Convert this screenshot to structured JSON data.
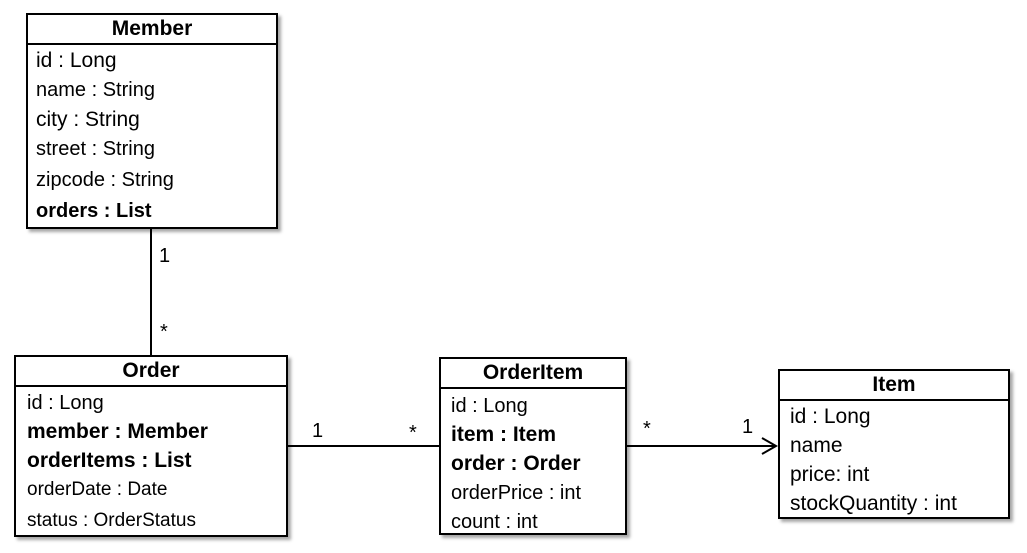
{
  "member": {
    "title": "Member",
    "attributes": [
      {
        "text": "id : Long",
        "bold": false
      },
      {
        "text": "name : String",
        "bold": false
      },
      {
        "text": "city : String",
        "bold": false
      },
      {
        "text": "street : String",
        "bold": false
      },
      {
        "text": "zipcode : String",
        "bold": false
      },
      {
        "text": "orders : List",
        "bold": true
      }
    ]
  },
  "order": {
    "title": "Order",
    "attributes": [
      {
        "text": "id : Long",
        "bold": false
      },
      {
        "text": "member : Member",
        "bold": true
      },
      {
        "text": "orderItems : List",
        "bold": true
      },
      {
        "text": "orderDate : Date",
        "bold": false
      },
      {
        "text": "status : OrderStatus",
        "bold": false
      }
    ]
  },
  "orderitem": {
    "title": "OrderItem",
    "attributes": [
      {
        "text": "id : Long",
        "bold": false
      },
      {
        "text": "item : Item",
        "bold": true
      },
      {
        "text": "order : Order",
        "bold": true
      },
      {
        "text": "orderPrice : int",
        "bold": false
      },
      {
        "text": "count : int",
        "bold": false
      }
    ]
  },
  "item": {
    "title": "Item",
    "attributes": [
      {
        "text": "id : Long",
        "bold": false
      },
      {
        "text": "name",
        "bold": false
      },
      {
        "text": "price: int",
        "bold": false
      },
      {
        "text": "stockQuantity : int",
        "bold": false
      }
    ]
  },
  "multiplicities": {
    "member_order_top": "1",
    "member_order_bottom": "*",
    "order_orderitem_left": "1",
    "order_orderitem_right": "*",
    "orderitem_item_left": "*",
    "orderitem_item_right": "1"
  }
}
